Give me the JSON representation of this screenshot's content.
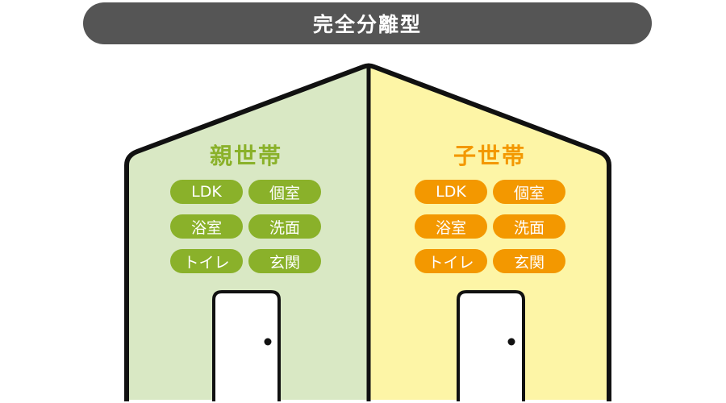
{
  "title": "完全分離型",
  "colors": {
    "parent_fill": "#d9e8c4",
    "parent_accent": "#8ab12a",
    "child_fill": "#fdf5a6",
    "child_accent": "#f39800"
  },
  "parent": {
    "label": "親世帯",
    "rooms": [
      "LDK",
      "個室",
      "浴室",
      "洗面",
      "トイレ",
      "玄関"
    ]
  },
  "child": {
    "label": "子世帯",
    "rooms": [
      "LDK",
      "個室",
      "浴室",
      "洗面",
      "トイレ",
      "玄関"
    ]
  }
}
